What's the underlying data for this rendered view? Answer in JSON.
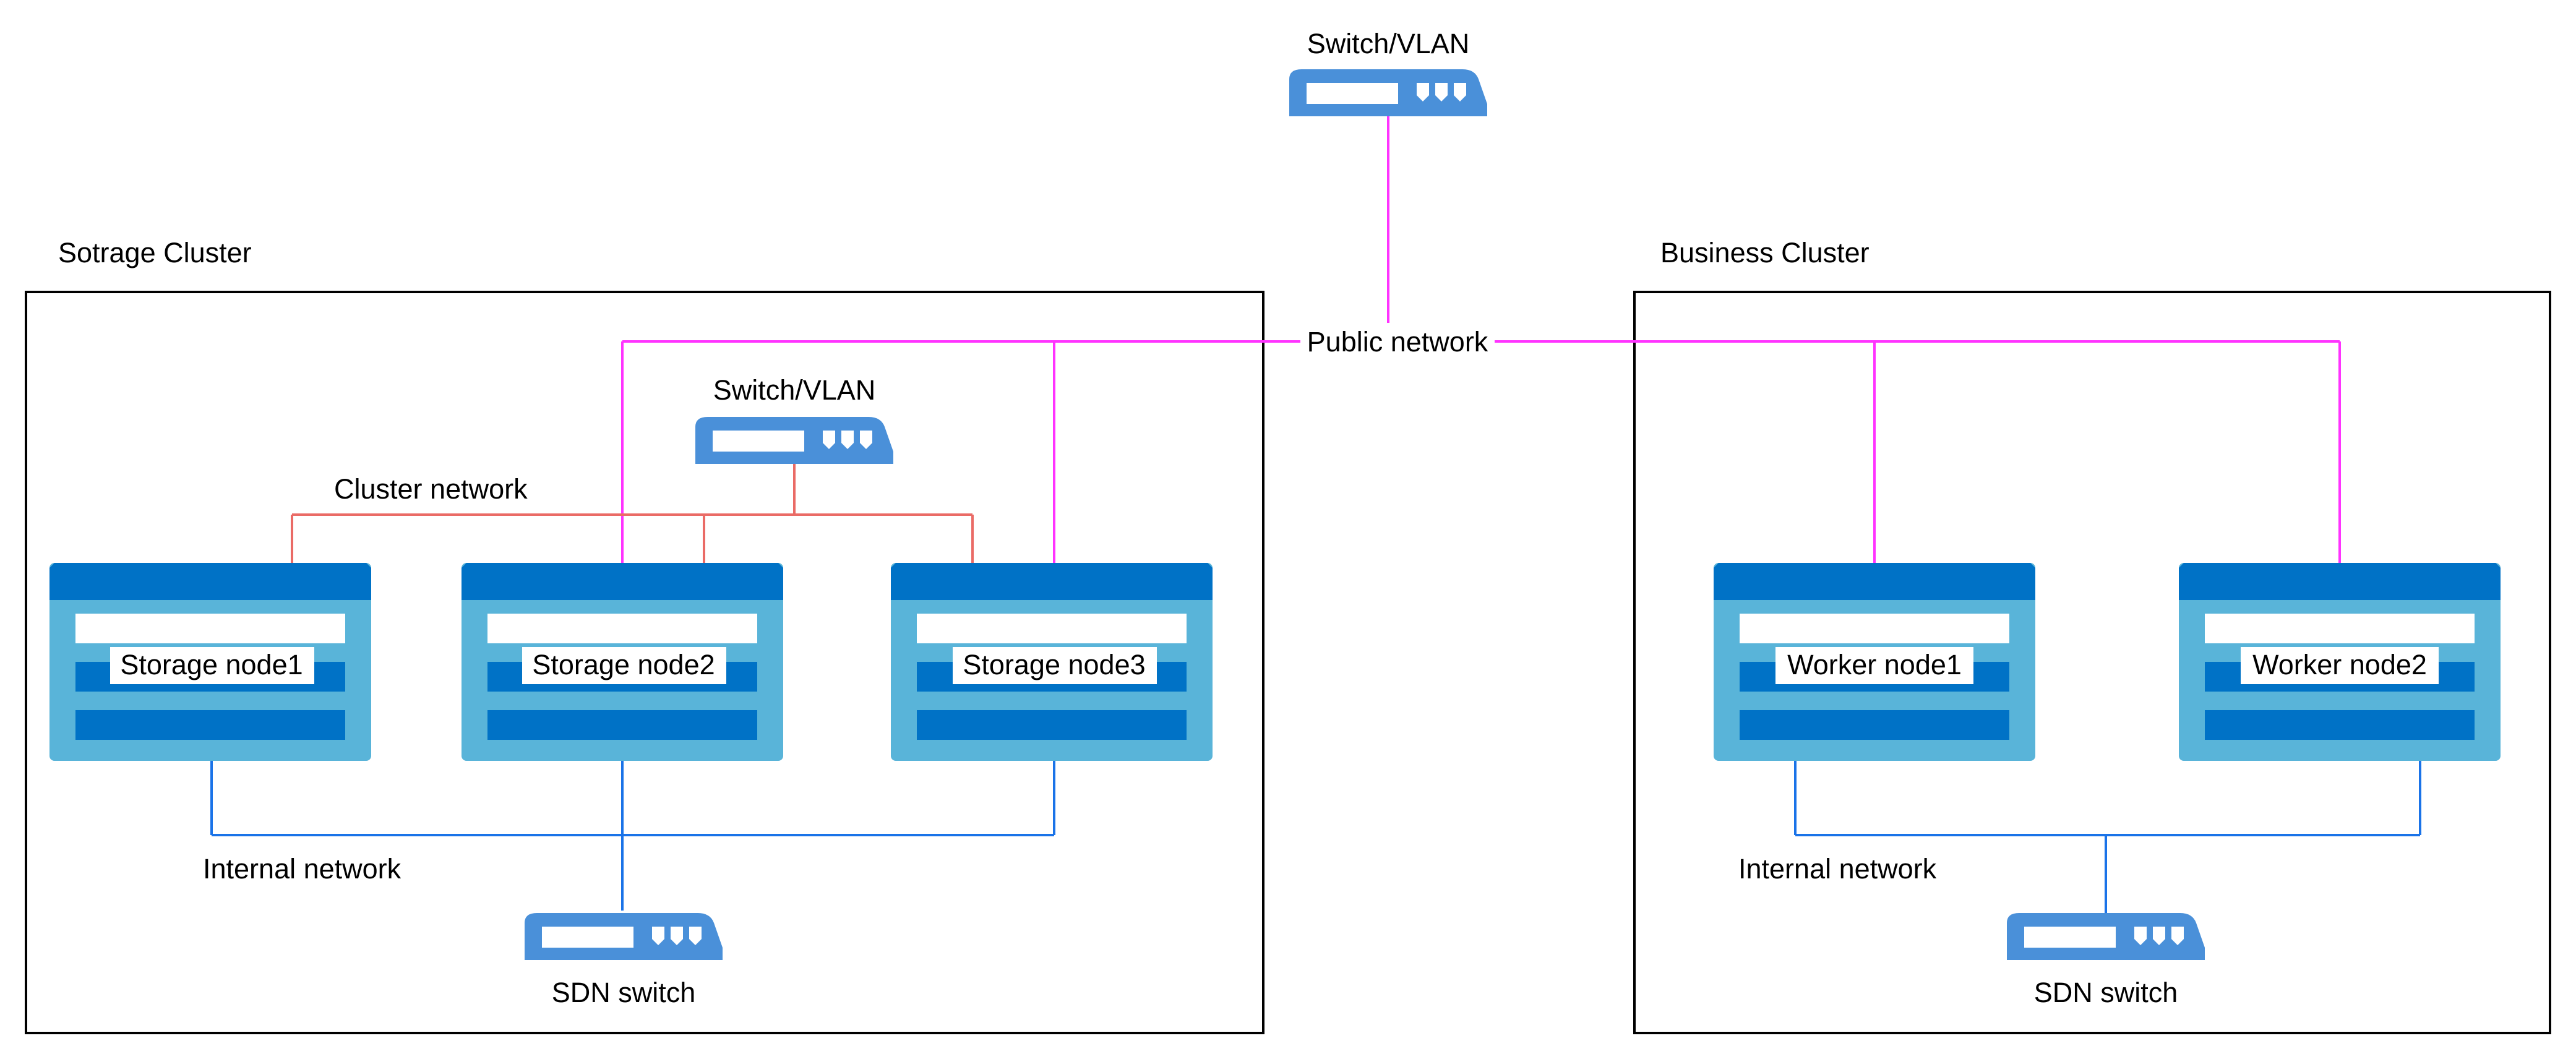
{
  "top_switch": {
    "label": "Switch/VLAN"
  },
  "public_network": {
    "label": "Public network"
  },
  "storage_cluster": {
    "title": "Sotrage Cluster",
    "switch_label": "Switch/VLAN",
    "cluster_network_label": "Cluster network",
    "internal_network_label": "Internal network",
    "sdn_switch_label": "SDN switch",
    "nodes": [
      {
        "label": "Storage node1"
      },
      {
        "label": "Storage node2"
      },
      {
        "label": "Storage node3"
      }
    ]
  },
  "business_cluster": {
    "title": "Business Cluster",
    "internal_network_label": "Internal network",
    "sdn_switch_label": "SDN switch",
    "nodes": [
      {
        "label": "Worker node1"
      },
      {
        "label": "Worker node2"
      }
    ]
  },
  "colors": {
    "public_network": "#ff33ff",
    "cluster_network": "#ea6b66",
    "internal_network": "#1a73e8",
    "node_dark": "#0072c6",
    "node_light": "#59b4d9",
    "switch_body": "#4a90d9"
  },
  "icons": {
    "switch": "network-switch-icon",
    "server": "server-rack-icon"
  }
}
